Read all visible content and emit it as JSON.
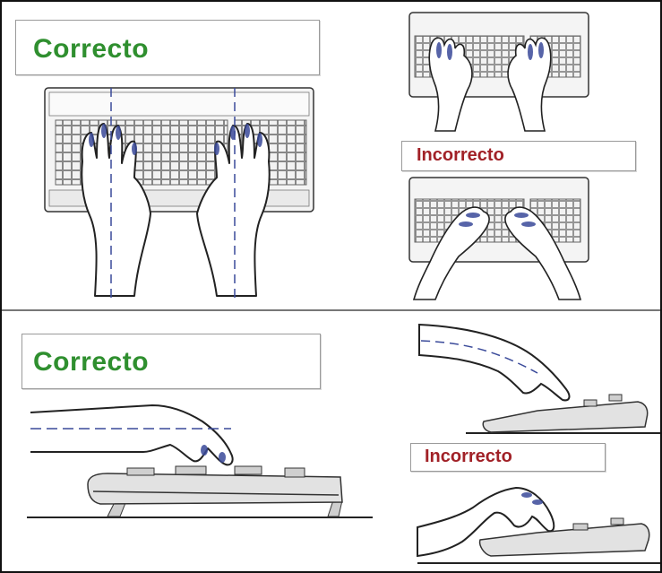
{
  "panels": {
    "top_left_label": "Correcto",
    "top_right_label": "Incorrecto",
    "bottom_left_label": "Correcto",
    "bottom_right_label": "Incorrecto"
  },
  "colors": {
    "correct": "#2f8f2f",
    "incorrect": "#a12127",
    "ink": "#222222",
    "fingertip": "#3a4a9a"
  },
  "icons": [
    "keyboard-hands-front-icon",
    "keyboard-hands-side-icon"
  ]
}
